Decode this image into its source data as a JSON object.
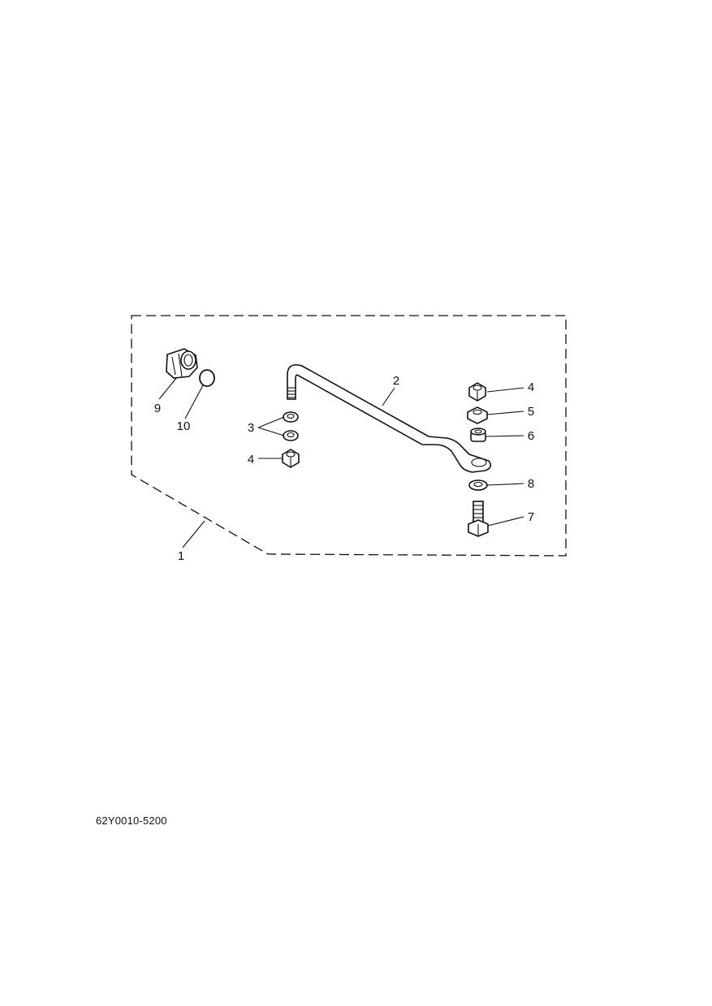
{
  "diagram": {
    "callouts": {
      "c1": "1",
      "c2": "2",
      "c3": "3",
      "c4a": "4",
      "c4b": "4",
      "c5": "5",
      "c6": "6",
      "c7": "7",
      "c8": "8",
      "c9": "9",
      "c10": "10"
    }
  },
  "footer": {
    "doc_code": "62Y0010-5200"
  }
}
